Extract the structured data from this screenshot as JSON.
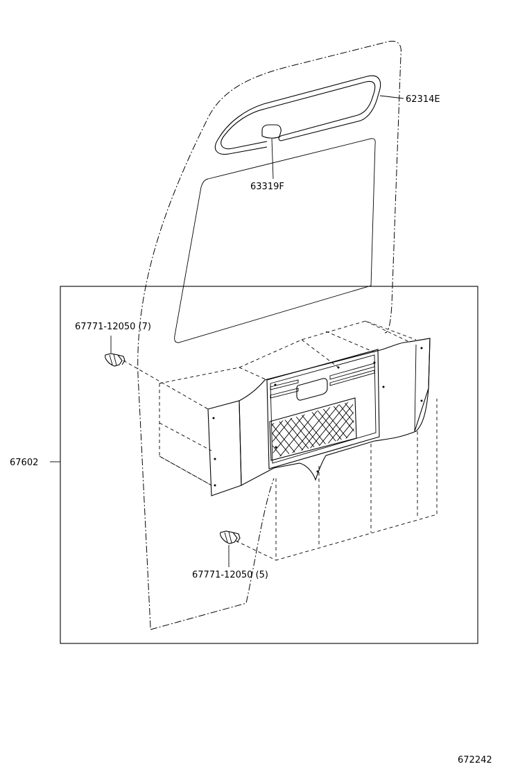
{
  "callouts": {
    "weatherstrip": "62314E",
    "clip_upper": "63319F",
    "screw_upper": "67771-12050 (7)",
    "screw_lower": "67771-12050 (5)",
    "trim_panel": "67602"
  },
  "diagram_code": "672242"
}
